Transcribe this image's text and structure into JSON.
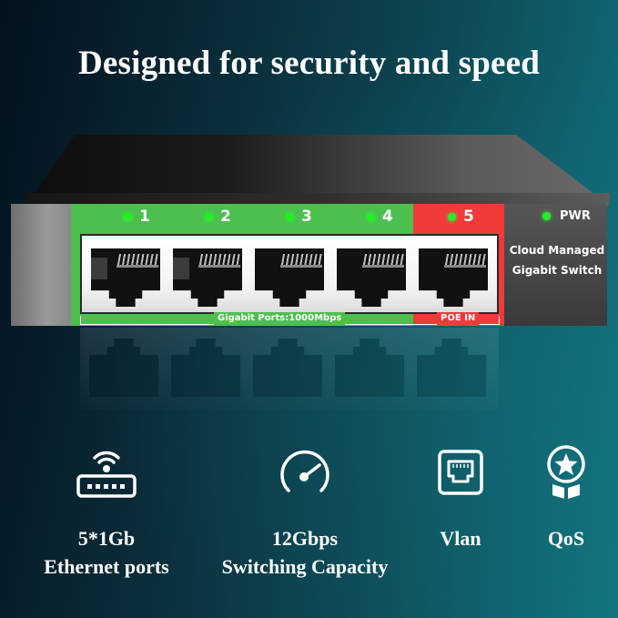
{
  "headline": "Designed for security and speed",
  "colors": {
    "background_start": "#03111c",
    "background_end": "#137580",
    "green_panel": "#4cbf4f",
    "red_panel": "#f23a3a",
    "led": "#22f022"
  },
  "switch": {
    "ports": [
      {
        "number": "1",
        "type": "gigabit"
      },
      {
        "number": "2",
        "type": "gigabit"
      },
      {
        "number": "3",
        "type": "gigabit"
      },
      {
        "number": "4",
        "type": "gigabit"
      },
      {
        "number": "5",
        "type": "poe-in"
      }
    ],
    "gigabit_label": "Gigabit Ports:1000Mbps",
    "poe_label": "POE IN",
    "power_label": "PWR",
    "brand_line1": "Cloud Managed",
    "brand_line2": "Gigabit Switch"
  },
  "features": [
    {
      "icon": "router-wifi-icon",
      "line1": "5*1Gb",
      "line2": "Ethernet ports"
    },
    {
      "icon": "speedometer-icon",
      "line1": "12Gbps",
      "line2": "Switching Capacity"
    },
    {
      "icon": "ethernet-port-icon",
      "line1": "Vlan",
      "line2": ""
    },
    {
      "icon": "award-badge-icon",
      "line1": "QoS",
      "line2": ""
    }
  ]
}
